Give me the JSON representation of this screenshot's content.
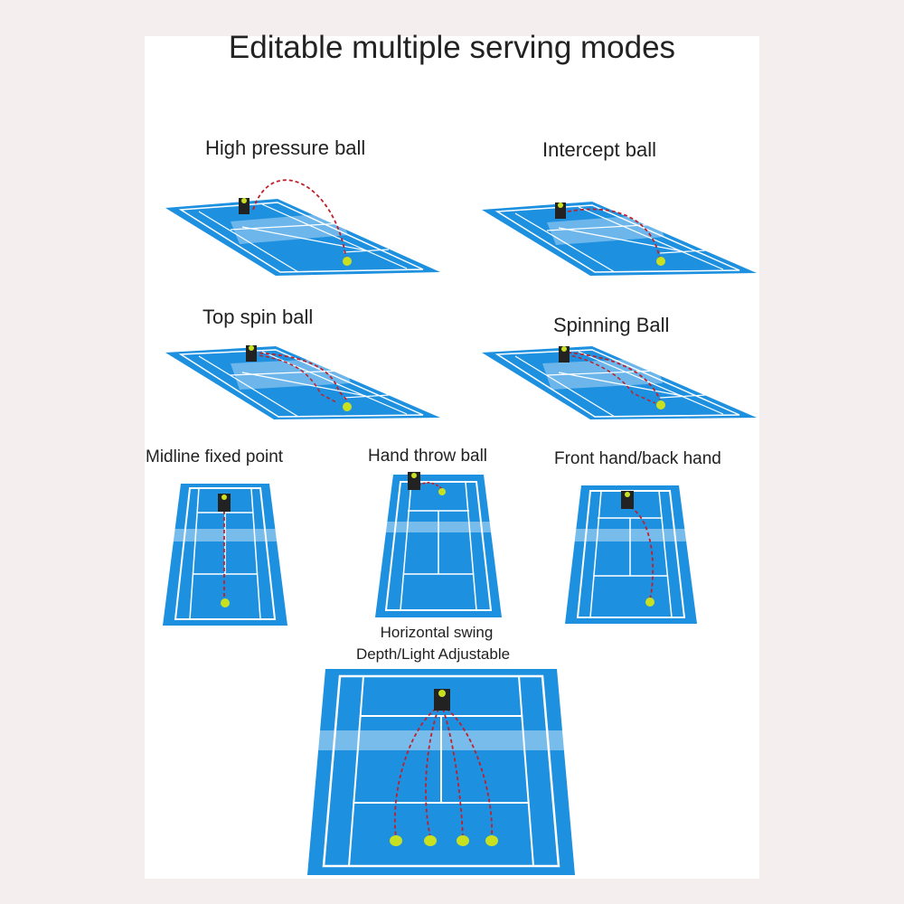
{
  "title": "Editable multiple serving modes",
  "modes": [
    {
      "id": "high-pressure",
      "label": "High pressure ball"
    },
    {
      "id": "intercept",
      "label": "Intercept ball"
    },
    {
      "id": "top-spin",
      "label": "Top spin ball"
    },
    {
      "id": "spinning",
      "label": "Spinning Ball"
    },
    {
      "id": "midline-fixed",
      "label": "Midline fixed point"
    },
    {
      "id": "hand-throw",
      "label": "Hand throw ball"
    },
    {
      "id": "forehand-backhand",
      "label": "Front hand/back hand"
    },
    {
      "id": "horizontal-swing",
      "label_line1": "Horizontal swing",
      "label_line2": "Depth/Light Adjustable"
    }
  ],
  "colors": {
    "court": "#1e90e0",
    "court_dark": "#1478c8",
    "lines": "#ffffff",
    "trajectory": "#c0202a",
    "ball": "#c9e020",
    "machine": "#222222",
    "background": "#f5eeee"
  }
}
